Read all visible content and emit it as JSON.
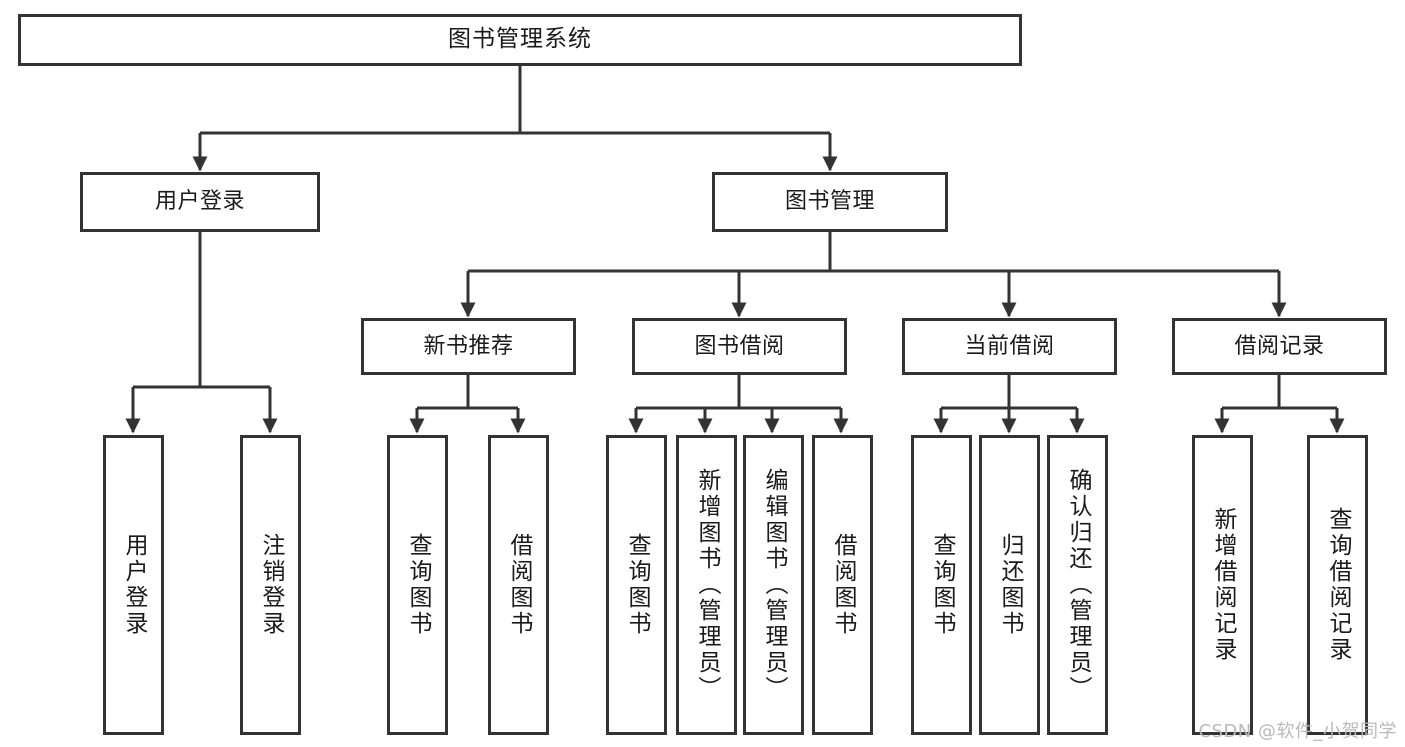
{
  "diagram": {
    "title": "图书管理系统",
    "type": "hierarchy-tree",
    "watermark": "CSDN @软件_小贺同学",
    "colors": {
      "stroke": "#333333",
      "fill": "#ffffff",
      "text": "#1a1a1a",
      "watermark": "#b9b9b9"
    }
  },
  "nodes": {
    "root": {
      "label": "图书管理系统",
      "level": 1,
      "orientation": "horizontal"
    },
    "level2": [
      {
        "id": "user-login",
        "label": "用户登录",
        "orientation": "horizontal"
      },
      {
        "id": "book-manage",
        "label": "图书管理",
        "orientation": "horizontal"
      }
    ],
    "level3": [
      {
        "id": "new-book-recommend",
        "label": "新书推荐",
        "orientation": "horizontal"
      },
      {
        "id": "book-borrow",
        "label": "图书借阅",
        "orientation": "horizontal"
      },
      {
        "id": "current-borrow",
        "label": "当前借阅",
        "orientation": "horizontal"
      },
      {
        "id": "borrow-record",
        "label": "借阅记录",
        "orientation": "horizontal"
      }
    ],
    "leaves": {
      "user-login": [
        {
          "id": "leaf-user-login",
          "label": "用户登录",
          "orientation": "vertical"
        },
        {
          "id": "leaf-logout",
          "label": "注销登录",
          "orientation": "vertical"
        }
      ],
      "new-book-recommend": [
        {
          "id": "leaf-query-book-1",
          "label": "查询图书",
          "orientation": "vertical"
        },
        {
          "id": "leaf-borrow-book-1",
          "label": "借阅图书",
          "orientation": "vertical"
        }
      ],
      "book-borrow": [
        {
          "id": "leaf-query-book-2",
          "label": "查询图书",
          "orientation": "vertical"
        },
        {
          "id": "leaf-add-book",
          "label": "新增图书（管理员）",
          "orientation": "vertical"
        },
        {
          "id": "leaf-edit-book",
          "label": "编辑图书（管理员）",
          "orientation": "vertical"
        },
        {
          "id": "leaf-borrow-book-2",
          "label": "借阅图书",
          "orientation": "vertical"
        }
      ],
      "current-borrow": [
        {
          "id": "leaf-query-book-3",
          "label": "查询图书",
          "orientation": "vertical"
        },
        {
          "id": "leaf-return-book",
          "label": "归还图书",
          "orientation": "vertical"
        },
        {
          "id": "leaf-confirm-return",
          "label": "确认归还（管理员）",
          "orientation": "vertical"
        }
      ],
      "borrow-record": [
        {
          "id": "leaf-add-record",
          "label": "新增借阅记录",
          "orientation": "vertical"
        },
        {
          "id": "leaf-query-record",
          "label": "查询借阅记录",
          "orientation": "vertical"
        }
      ]
    }
  }
}
